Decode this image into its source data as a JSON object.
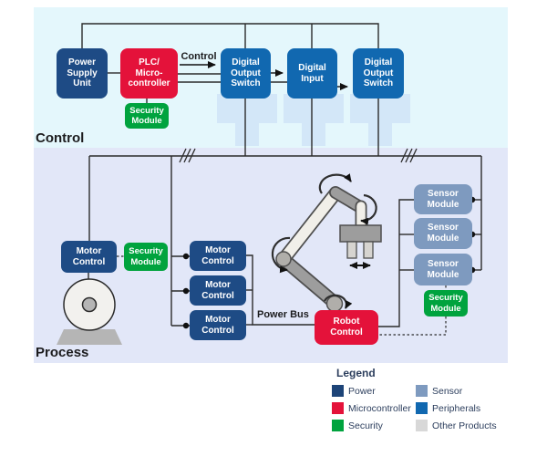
{
  "colors": {
    "power": "#1e4b85",
    "microcontroller": "#e4123a",
    "security": "#00a33e",
    "peripherals": "#1168b0",
    "sensor": "#7e9abf",
    "other_products": "#d8d8d8",
    "control_bg": "#e4f7fc",
    "process_bg": "#e2e7f8"
  },
  "sections": {
    "control": "Control",
    "process": "Process"
  },
  "nodes": {
    "power_supply_unit": "Power\nSupply\nUnit",
    "plc": "PLC/\nMicro-\ncontroller",
    "digital_output_switch_1": "Digital\nOutput\nSwitch",
    "digital_input": "Digital\nInput",
    "digital_output_switch_2": "Digital\nOutput\nSwitch",
    "security_module_control": "Security\nModule",
    "motor_control_left": "Motor\nControl",
    "security_module_motor": "Security\nModule",
    "motor_control_1": "Motor\nControl",
    "motor_control_2": "Motor\nControl",
    "motor_control_3": "Motor\nControl",
    "robot_control": "Robot\nControl",
    "sensor_module_1": "Sensor\nModule",
    "sensor_module_2": "Sensor\nModule",
    "sensor_module_3": "Sensor\nModule",
    "security_module_sensor": "Security\nModule"
  },
  "labels": {
    "control_signal": "Control",
    "power_bus": "Power Bus"
  },
  "legend": {
    "title": "Legend",
    "items": [
      {
        "label": "Power",
        "color": "#1d4478"
      },
      {
        "label": "Sensor",
        "color": "#7e9abf"
      },
      {
        "label": "Microcontroller",
        "color": "#e4123a"
      },
      {
        "label": "Peripherals",
        "color": "#1168b0"
      },
      {
        "label": "Security",
        "color": "#00a33e"
      },
      {
        "label": "Other Products",
        "color": "#d8d8d8"
      }
    ]
  }
}
